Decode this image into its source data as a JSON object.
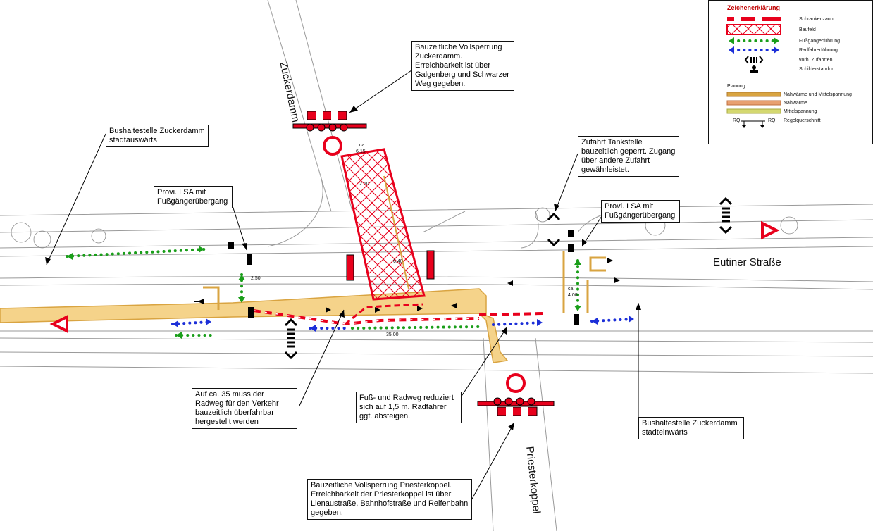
{
  "streets": {
    "zuckerdamm": "Zuckerdamm",
    "eutiner": "Eutiner Straße",
    "priesterkoppel": "Priesterkoppel"
  },
  "callouts": {
    "vollsperrung_zuckerdamm": "Bauzeitliche Vollsperrung Zuckerdamm. Erreichbarkeit ist über Galgenberg und Schwarzer Weg gegeben.",
    "bus_stadtauswaerts": "Bushaltestelle Zuckerdamm stadtauswärts",
    "lsa_left": "Provi. LSA mit Fußgängerübergang",
    "tankstelle": "Zufahrt Tankstelle bauzeitlich geperrt. Zugang über andere Zufahrt gewährleistet.",
    "lsa_right": "Provi. LSA mit Fußgängerübergang",
    "radweg_35": "Auf ca. 35 muss der Radweg für den Verkehr bauzeitlich überfahrbar hergestellt werden",
    "fuss_radweg": "Fuß- und Radweg reduziert sich auf 1,5 m. Radfahrer ggf. absteigen.",
    "bus_stadteinwaerts": "Bushaltestelle Zuckerdamm stadteinwärts",
    "vollsperrung_priesterkoppel": "Bauzeitliche Vollsperrung Priesterkoppel. Erreichbarkeit der Priesterkoppel ist über Lienaustraße, Bahnhofstraße und Reifenbahn gegeben."
  },
  "legend": {
    "title": "Zeichenerklärung",
    "items": [
      "Schrankenzaun",
      "Baufeld",
      "Fußgängerführung",
      "Radfahrerführung",
      "vorh. Zufahrten",
      "Schilderstandort"
    ],
    "planung_title": "Planung:",
    "planung_items": [
      "Nahwärme und Mittelspannung",
      "Nahwärme",
      "Mittelspannung"
    ],
    "rq_left": "RQ",
    "rq_right": "RQ",
    "rq_label": "Regelquerschnitt"
  },
  "dimensions": {
    "top_width_ca": "ca.",
    "top_width": "6.15",
    "inner_2": "2.50",
    "inner_3": "6.40",
    "left_ped": "2.50",
    "right_ped_ca": "ca.",
    "right_ped": "4.00",
    "bottom_length": "35.00"
  },
  "colors": {
    "fence": "#e8001c",
    "pedestrian": "#1a9e1a",
    "cyclist": "#1c2fd8",
    "road": "#f5d38a",
    "road_edge": "#d9a441"
  }
}
